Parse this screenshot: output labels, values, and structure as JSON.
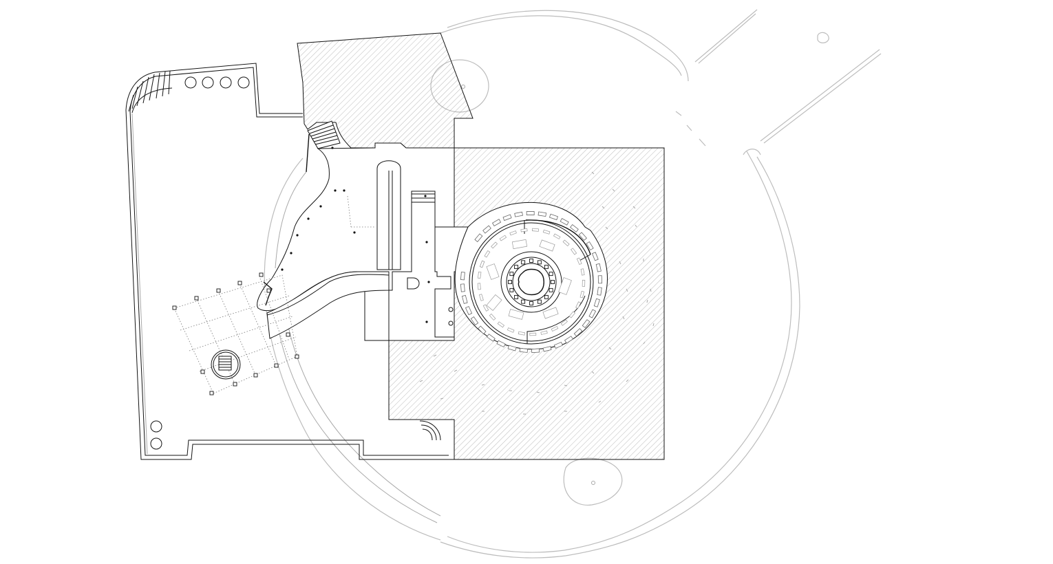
{
  "drawing": {
    "type": "architectural site plan",
    "text_labels": [],
    "colors": {
      "background": "#ffffff",
      "linework": "#111111",
      "landscape": "#bcbcbc",
      "hatch": "#9a9a9a"
    },
    "elements": [
      "west-courtyard-wall",
      "north-hatched-wing",
      "square-hatched-block",
      "circular-rotunda",
      "central-columned-core",
      "curved-ramp",
      "rotated-canopy-grid",
      "landscape-ring",
      "ponds"
    ]
  }
}
